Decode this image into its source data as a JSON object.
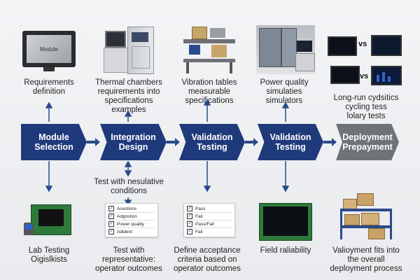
{
  "top_labels": [
    [
      "Requirements",
      "definition"
    ],
    [
      "Thermal chambers",
      "requirements into",
      "specifications",
      "examples"
    ],
    [
      "Vibration tables",
      "measurable",
      "specifications"
    ],
    [
      "Power quality",
      "simulaties",
      "simulators"
    ],
    [
      "Long-run cydsitics",
      "cycling tess",
      "lolary tests"
    ]
  ],
  "steps": [
    [
      "Module",
      "Selection"
    ],
    [
      "Integration",
      "Design"
    ],
    [
      "Validation",
      "Testing"
    ],
    [
      "Validation",
      "Testing"
    ],
    [
      "Deployment",
      "Prepayment"
    ]
  ],
  "monitor_text": "Module",
  "vs_label": "vs",
  "mid_label": [
    "Test with nesulative",
    "conditions"
  ],
  "bottom_labels": [
    [
      "Lab Testing",
      "Oigislkists"
    ],
    [
      "Test with",
      "representative:",
      "operator outcomes"
    ],
    [
      "Define acceptance",
      "criteria based on",
      "operator outcomes"
    ],
    [
      "Field raliability"
    ],
    [
      "Valioyment fits into",
      "the overall",
      "deployment process"
    ]
  ],
  "checklist_a": [
    "Acestions",
    "Adgnstion",
    "Power quality",
    "Adident"
  ],
  "checklist_b": [
    "Pass",
    "Fail",
    "Pass/Fail",
    "Fail"
  ],
  "colors": {
    "step_blue": "#1f3a7a",
    "step_gray": "#6f7276",
    "arrow_blue": "#2b4a8a"
  }
}
